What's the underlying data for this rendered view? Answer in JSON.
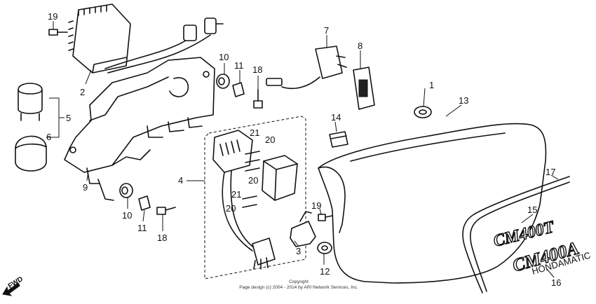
{
  "callouts": {
    "c1": "1",
    "c2": "2",
    "c3": "3",
    "c4": "4",
    "c5": "5",
    "c6": "6",
    "c7": "7",
    "c8": "8",
    "c9": "9",
    "c10a": "10",
    "c10b": "10",
    "c11a": "11",
    "c11b": "11",
    "c12": "12",
    "c13": "13",
    "c14": "14",
    "c15": "15",
    "c16": "16",
    "c17": "17",
    "c18a": "18",
    "c18b": "18",
    "c19a": "19",
    "c19b": "19",
    "c20a": "20",
    "c20b": "20",
    "c20c": "20",
    "c21a": "21",
    "c21b": "21"
  },
  "badges": {
    "upper": "CM400T",
    "lower": "CM400A",
    "lower_sub": "HONDAMATIC"
  },
  "fwd_label": "FWD",
  "copyright": {
    "line1": "Copyright",
    "line2": "Page design (c) 2004 - 2014 by ARI Network Services, Inc."
  }
}
